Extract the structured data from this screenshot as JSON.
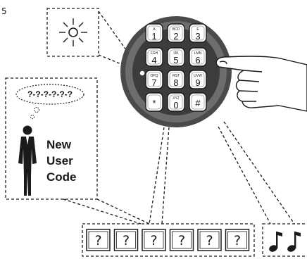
{
  "step_number": "5",
  "thought_bubble": "?-?-?-?-?-?",
  "caption_lines": [
    "New",
    "User",
    "Code"
  ],
  "keypad": {
    "keys": [
      {
        "main": "1",
        "sub": "A"
      },
      {
        "main": "2",
        "sub": "BCD"
      },
      {
        "main": "3",
        "sub": "E"
      },
      {
        "main": "4",
        "sub": "FGH"
      },
      {
        "main": "5",
        "sub": "IJK"
      },
      {
        "main": "6",
        "sub": "LMN"
      },
      {
        "main": "7",
        "sub": "OPQ"
      },
      {
        "main": "8",
        "sub": "RST"
      },
      {
        "main": "9",
        "sub": "UVW"
      },
      {
        "main": "*",
        "sub": ""
      },
      {
        "main": "0",
        "sub": "XYZ"
      },
      {
        "main": "#",
        "sub": ""
      }
    ],
    "pressed_key": "6"
  },
  "code_entry_boxes": [
    "?",
    "?",
    "?",
    "?",
    "?",
    "?"
  ],
  "beep_icons": [
    "music-note-icon",
    "music-note-icon"
  ],
  "led_icon": "led-flash-icon",
  "colors": {
    "ring": "#4a4a4a",
    "ring_inner": "#6d6d6d",
    "key_fill": "#ffffff",
    "ink": "#1a1a1a"
  }
}
